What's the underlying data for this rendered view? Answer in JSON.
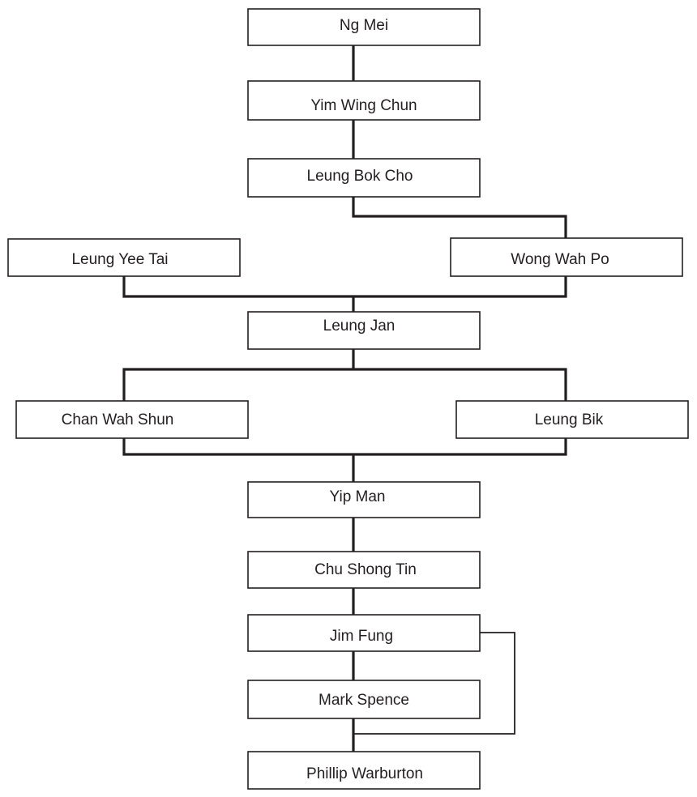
{
  "lineage": {
    "nodes": [
      {
        "id": "ng-mei",
        "label": "Ng Mei"
      },
      {
        "id": "yim-wing-chun",
        "label": "Yim Wing Chun"
      },
      {
        "id": "leung-bok-cho",
        "label": "Leung Bok Cho"
      },
      {
        "id": "leung-yee-tai",
        "label": "Leung Yee Tai"
      },
      {
        "id": "wong-wah-po",
        "label": "Wong Wah Po"
      },
      {
        "id": "leung-jan",
        "label": "Leung Jan"
      },
      {
        "id": "chan-wah-shun",
        "label": "Chan Wah Shun"
      },
      {
        "id": "leung-bik",
        "label": "Leung Bik"
      },
      {
        "id": "yip-man",
        "label": "Yip Man"
      },
      {
        "id": "chu-shong-tin",
        "label": "Chu Shong Tin"
      },
      {
        "id": "jim-fung",
        "label": "Jim Fung"
      },
      {
        "id": "mark-spence",
        "label": "Mark Spence"
      },
      {
        "id": "phillip-warburton",
        "label": "Phillip Warburton"
      }
    ],
    "links": [
      {
        "from": "ng-mei",
        "to": "yim-wing-chun"
      },
      {
        "from": "yim-wing-chun",
        "to": "leung-bok-cho"
      },
      {
        "from": "leung-bok-cho",
        "to": "wong-wah-po"
      },
      {
        "from": "leung-yee-tai",
        "to": "leung-jan"
      },
      {
        "from": "wong-wah-po",
        "to": "leung-jan"
      },
      {
        "from": "leung-jan",
        "to": "chan-wah-shun"
      },
      {
        "from": "leung-jan",
        "to": "leung-bik"
      },
      {
        "from": "chan-wah-shun",
        "to": "yip-man"
      },
      {
        "from": "leung-bik",
        "to": "yip-man"
      },
      {
        "from": "yip-man",
        "to": "chu-shong-tin"
      },
      {
        "from": "chu-shong-tin",
        "to": "jim-fung"
      },
      {
        "from": "jim-fung",
        "to": "mark-spence"
      },
      {
        "from": "mark-spence",
        "to": "phillip-warburton"
      },
      {
        "from": "jim-fung",
        "to": "phillip-warburton"
      }
    ]
  },
  "colors": {
    "line": "#231f20",
    "box_fill": "#ffffff",
    "text": "#231f20"
  }
}
